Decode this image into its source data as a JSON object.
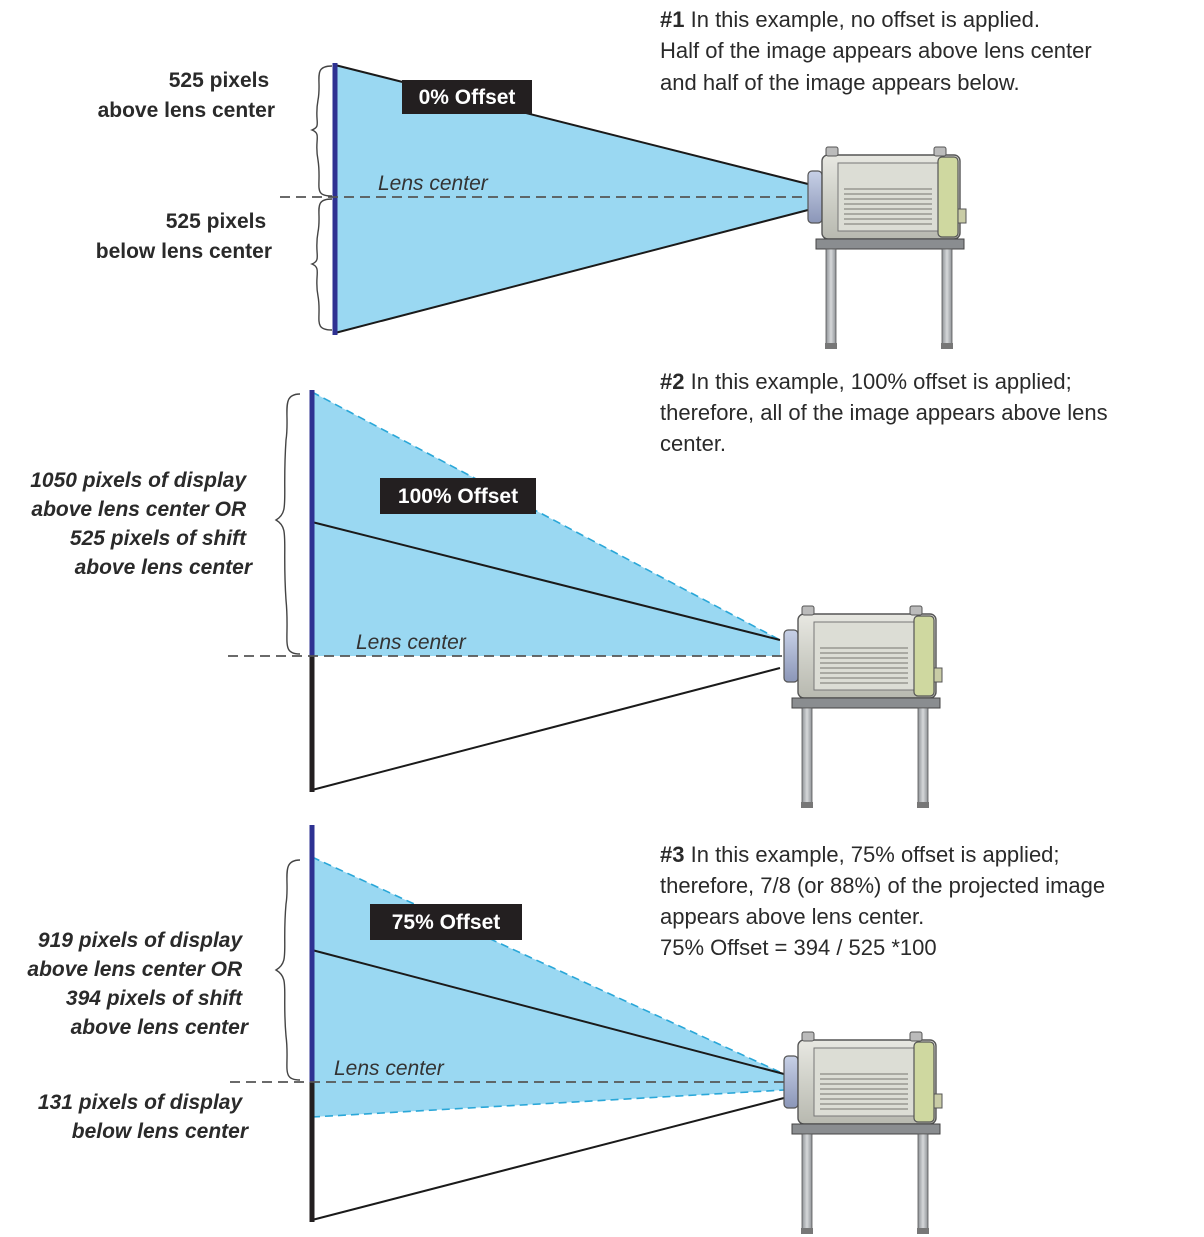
{
  "example1": {
    "offset_label": "0% Offset",
    "lens_center": "Lens center",
    "above_label": [
      "525 pixels",
      "above lens center"
    ],
    "below_label": [
      "525 pixels",
      "below lens center"
    ],
    "desc_number": "#1",
    "desc_lines": [
      "In this example, no offset is applied.",
      "Half of the image appears above lens center",
      "and half of the image appears below."
    ]
  },
  "example2": {
    "offset_label": "100% Offset",
    "lens_center": "Lens center",
    "above_label": [
      "1050 pixels of display",
      "above lens center OR",
      "525 pixels of shift",
      "above lens center"
    ],
    "desc_number": "#2",
    "desc_lines": [
      "In this example, 100% offset is applied;",
      "therefore, all of the image appears above lens",
      "center."
    ]
  },
  "example3": {
    "offset_label": "75% Offset",
    "lens_center": "Lens center",
    "above_label": [
      "919 pixels of display",
      "above lens center OR",
      "394 pixels of shift",
      "above lens center"
    ],
    "below_label": [
      "131 pixels of display",
      "below lens center"
    ],
    "desc_number": "#3",
    "desc_lines": [
      "In this example, 75% offset is applied;",
      "therefore, 7/8 (or 88%) of the projected image",
      "appears above lens center.",
      "75% Offset = 394 / 525 *100"
    ]
  },
  "colors": {
    "beam_fill": "#9ad8f2",
    "screen_edge": "#2e3192",
    "stand": "#b5b8bb",
    "label_bg": "#231f20"
  }
}
